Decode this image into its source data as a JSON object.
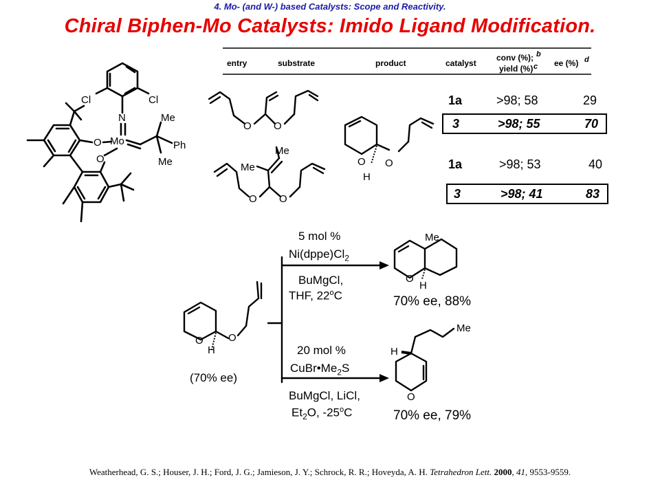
{
  "header": {
    "subtitle": "4. Mo- (and W-) based Catalysts:  Scope and Reactivity.",
    "title": "Chiral Biphen-Mo Catalysts: Imido Ligand Modification."
  },
  "catalyst_structure": {
    "labels": [
      "Cl",
      "Cl",
      "N",
      "Mo",
      "O",
      "O",
      "Me",
      "Ph",
      "Me"
    ]
  },
  "table": {
    "columns": {
      "entry": "entry",
      "substrate": "substrate",
      "product": "product",
      "catalyst": "catalyst",
      "conv_line1": "conv (%);",
      "conv_sup1": "b",
      "conv_line2": "yield (%)",
      "conv_sup2": "c",
      "ee": "ee (%)",
      "ee_sup": "d"
    },
    "rows": [
      {
        "catalyst": "1a",
        "conv_yield": ">98; 58",
        "ee": "29",
        "highlight": false
      },
      {
        "catalyst": "3",
        "conv_yield": ">98; 55",
        "ee": "70",
        "highlight": true
      },
      {
        "catalyst": "1a",
        "conv_yield": ">98; 53",
        "ee": "40",
        "highlight": false
      },
      {
        "catalyst": "3",
        "conv_yield": ">98; 41",
        "ee": "83",
        "highlight": true
      }
    ]
  },
  "scheme_labels": {
    "substrate2_me1": "Me",
    "substrate2_me2": "Me",
    "product_o1": "O",
    "product_o2": "O",
    "product_h": "H"
  },
  "reaction": {
    "starting_o1": "O",
    "starting_o2": "O",
    "starting_h": "H",
    "starting_ee": "(70% ee)",
    "top_conditions": {
      "line1": "5 mol %",
      "line2_main": "Ni(dppe)Cl",
      "line2_sub": "2",
      "line3": "BuMgCl,",
      "line4_main": "THF, 22",
      "line4_deg": "o",
      "line4_end": "C"
    },
    "top_product": {
      "me": "Me",
      "o": "O",
      "h": "H",
      "result": "70% ee, 88%"
    },
    "bottom_conditions": {
      "line1": "20 mol %",
      "line2_main": "CuBr•Me",
      "line2_sub": "2",
      "line2_end": "S",
      "line3": "BuMgCl, LiCl,",
      "line4_a": "Et",
      "line4_sub": "2",
      "line4_b": "O, -25",
      "line4_deg": "o",
      "line4_end": "C"
    },
    "bottom_product": {
      "me": "Me",
      "h": "H",
      "o": "O",
      "result": "70% ee, 79%"
    }
  },
  "citation": {
    "authors": "Weatherhead, G. S.; Houser, J. H.; Ford, J. G.; Jamieson, J. Y.; Schrock, R. R.; Hoveyda, A. H. ",
    "journal": "Tetrahedron Lett.",
    "year": "2000",
    "volume": "41",
    "pages": "9553-9559."
  }
}
